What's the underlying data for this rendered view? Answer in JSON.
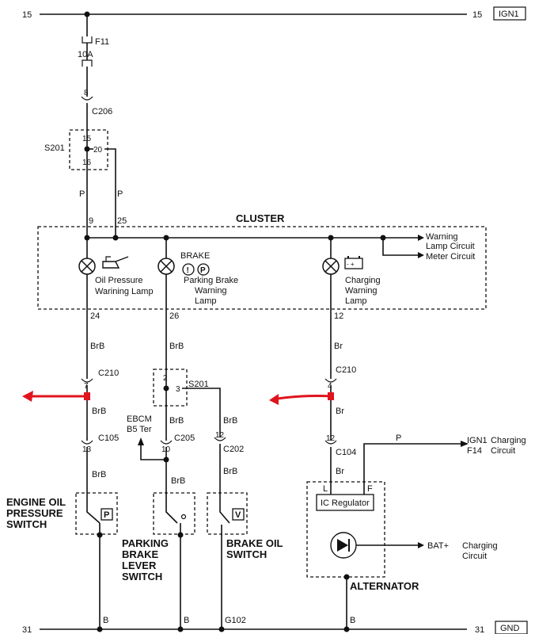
{
  "rails": {
    "top_left": "15",
    "top_right": "15",
    "top_box": "IGN1",
    "bottom_left": "31",
    "bottom_right": "31",
    "bottom_box": "GND"
  },
  "fuse": {
    "name": "F11",
    "rating": "10A"
  },
  "connectors": {
    "c206_pin": "8",
    "c206": "C206",
    "s201_top": "S201",
    "s201_p15": "15",
    "s201_p20": "20",
    "s201_p16": "16",
    "c210_left_pin": "7",
    "c210_left": "C210",
    "c210_right_pin": "4",
    "c210_right": "C210",
    "s201_mid": "S201",
    "s201_m2": "2",
    "s201_m3": "3",
    "c105_pin": "13",
    "c105": "C105",
    "c205_pin": "10",
    "c205": "C205",
    "c202_pin": "12",
    "c202": "C202",
    "c104_pin": "12",
    "c104": "C104"
  },
  "wires": {
    "p_left": "P",
    "p_right": "P",
    "pin9": "9",
    "pin25": "25",
    "pin24": "24",
    "pin26": "26",
    "pin12": "12",
    "brb_1": "BrB",
    "brb_2": "BrB",
    "brb_3": "BrB",
    "brb_4": "BrB",
    "brb_5": "BrB",
    "brb_6": "BrB",
    "brb_7": "BrB",
    "brb_8": "BrB",
    "br_1": "Br",
    "br_2": "Br",
    "br_3": "Br",
    "p_charging": "P",
    "l_label": "L",
    "f_label": "F",
    "b_1": "B",
    "b_2": "B",
    "b_3": "B",
    "g102": "G102"
  },
  "cluster": {
    "title": "CLUSTER",
    "oil_lamp_1": "Oil Pressure",
    "oil_lamp_2": "Warining Lamp",
    "brake_word": "BRAKE",
    "park_lamp_1": "Parking Brake",
    "park_lamp_2": "Warning",
    "park_lamp_3": "Lamp",
    "charge_lamp_1": "Charging",
    "charge_lamp_2": "Warning",
    "charge_lamp_3": "Lamp",
    "out_1a": "Warning",
    "out_1b": "Lamp Circuit",
    "out_2": "Meter Circuit"
  },
  "ebcm": {
    "line1": "EBCM",
    "line2": "B5 Ter"
  },
  "charging_in": {
    "ign": "IGN1",
    "fuse": "F14",
    "label1": "Charging",
    "label2": "Circuit"
  },
  "components": {
    "eop_1": "ENGINE OIL",
    "eop_2": "PRESSURE",
    "eop_3": "SWITCH",
    "eop_sym": "P",
    "pbl_1": "PARKING",
    "pbl_2": "BRAKE",
    "pbl_3": "LEVER",
    "pbl_4": "SWITCH",
    "bo_1": "BRAKE OIL",
    "bo_2": "SWITCH",
    "bo_sym": "V",
    "regulator": "IC Regulator",
    "alternator": "ALTERNATOR",
    "bat": "BAT+",
    "bat_label1": "Charging",
    "bat_label2": "Circuit"
  },
  "colors": {
    "ink": "#111111",
    "marker": "#e0141e"
  }
}
